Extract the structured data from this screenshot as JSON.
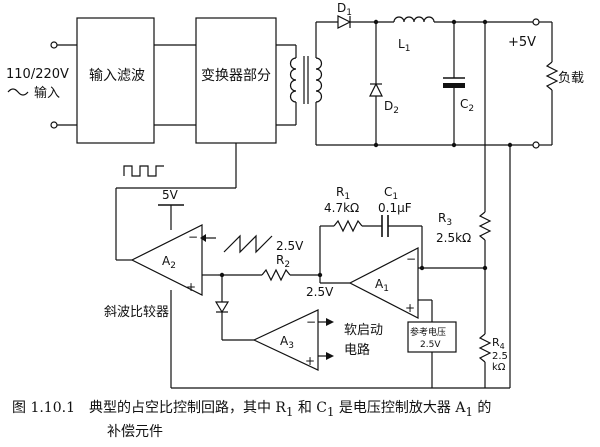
{
  "labels": {
    "input_voltage": "110/220V",
    "input_word": "输入",
    "input_filter": "输入滤波",
    "converter": "变换器部分",
    "d1": "D",
    "d1_sub": "1",
    "l1": "L",
    "l1_sub": "1",
    "d2": "D",
    "d2_sub": "2",
    "c2": "C",
    "c2_sub": "2",
    "plus5v": "+5V",
    "load": "负载",
    "v5": "5V",
    "a2": "A",
    "a2_sub": "2",
    "ramp": "2.5V",
    "r1": "R",
    "r1_sub": "1",
    "r1_val": "4.7kΩ",
    "c1": "C",
    "c1_sub": "1",
    "c1_val": "0.1μF",
    "r2": "R",
    "r2_sub": "2",
    "node_v": "2.5V",
    "a1": "A",
    "a1_sub": "1",
    "r3": "R",
    "r3_sub": "3",
    "r3_val": "2.5kΩ",
    "comparator": "斜波比较器",
    "a3": "A",
    "a3_sub": "3",
    "softstart_1": "软启动",
    "softstart_2": "电路",
    "ref_1": "参考电压",
    "ref_2": "2.5V",
    "r4": "R",
    "r4_sub": "4",
    "r4_val1": "2.5",
    "r4_val2": "kΩ",
    "minus": "−",
    "plus": "+"
  },
  "caption": {
    "number": "图 1.10.1",
    "text1": "典型的占空比控制回路，其中 R",
    "sub1": "1",
    "text2": " 和 C",
    "sub2": "1",
    "text3": " 是电压控制放大器 A",
    "sub3": "1",
    "text4": " 的",
    "line2": "补偿元件"
  }
}
